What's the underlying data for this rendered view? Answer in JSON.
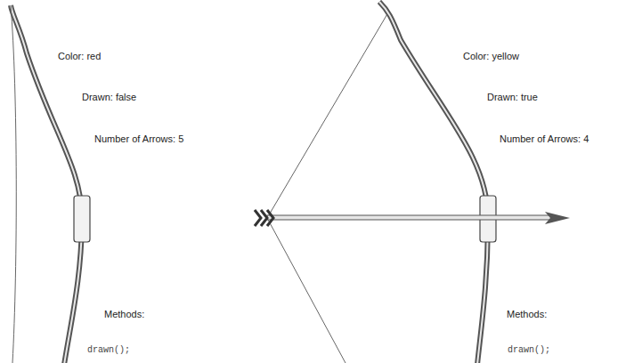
{
  "diagram": {
    "labels": [
      "Color: red",
      "Drawn: false",
      "Number of Arrows: 5",
      "Methods:",
      "drawn();",
      "Color: yellow",
      "Drawn: true",
      "Number of Arrows: 4",
      "Methods:",
      "drawn();"
    ]
  }
}
